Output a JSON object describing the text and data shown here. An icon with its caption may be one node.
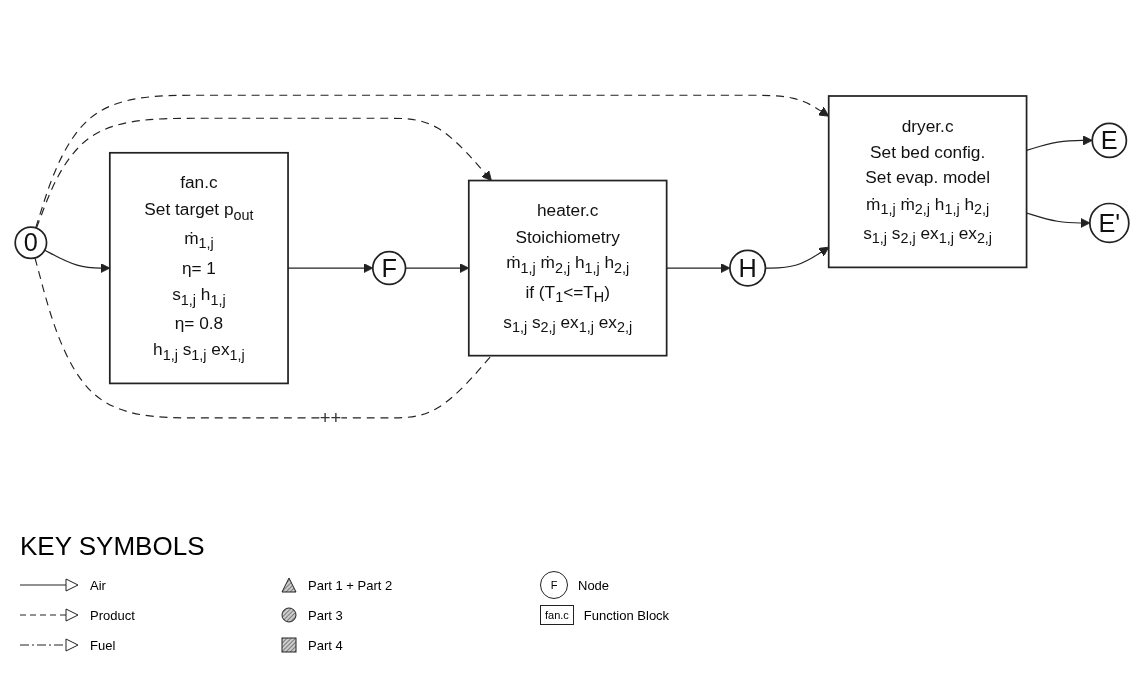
{
  "diagram": {
    "nodes": [
      {
        "text": [
          "0"
        ]
      },
      {
        "text": [
          "fan.c",
          "Set target p$_{out}$",
          "ṁ$_{1,j}$",
          "η= 1",
          "s$_{1,j}$ h$_{1,j}$",
          "η= 0.8",
          "h$_{1,j}$ s$_{1,j}$ ex$_{1,j}$"
        ]
      },
      {
        "text": [
          "F"
        ]
      },
      {
        "text": [
          "heater.c",
          "Stoichiometry",
          "ṁ$_{1,j}$ ṁ$_{2,j}$ h$_{1,j}$ h$_{2,j}$",
          "if (T$_{1}$<=T$_{H}$)",
          "s$_{1,j}$ s$_{2,j}$ ex$_{1,j}$ ex$_{2,j}$"
        ]
      },
      {
        "text": [
          "H"
        ]
      },
      {
        "text": [
          "dryer.c",
          "Set bed config.",
          "Set evap. model",
          "ṁ$_{1,j}$ ṁ$_{2,j}$ h$_{1,j}$ h$_{2,j}$",
          "s$_{1,j}$ s$_{2,j}$ ex$_{1,j}$ ex$_{2,j}$"
        ]
      },
      {
        "text": [
          "E"
        ]
      },
      {
        "text": [
          "E'"
        ]
      }
    ],
    "edges": [
      {
        "from": 0,
        "to": 1,
        "arrow": "to"
      },
      {
        "from": 0,
        "to": 3,
        "arrow": "to",
        "style": "dashed"
      },
      {
        "from": 0,
        "to": 5,
        "arrow": "to",
        "style": "dashed"
      },
      {
        "from": 1,
        "to": 2,
        "arrow": "to"
      },
      {
        "from": 2,
        "to": 3,
        "arrow": "to"
      },
      {
        "from": 3,
        "to": 4,
        "arrow": "to"
      },
      {
        "from": 4,
        "to": 5,
        "arrow": "to"
      },
      {
        "from": 5,
        "to": 6,
        "arrow": "to"
      },
      {
        "from": 5,
        "to": 7,
        "arrow": "to"
      },
      {
        "from": 0,
        "to": 3,
        "arrow": "none",
        "style": "dashed",
        "label": "++"
      }
    ],
    "labels": [
      "KEY SYMBOLS",
      "F",
      "fan.c"
    ],
    "legend": [
      {
        "text": "Air"
      },
      {
        "text": "Product"
      },
      {
        "text": "Fuel"
      },
      {
        "text": "Part 1 + Part 2"
      },
      {
        "text": "Part 3"
      },
      {
        "text": "Part 4"
      },
      {
        "text": "Node"
      },
      {
        "text": "Function Block"
      }
    ]
  }
}
